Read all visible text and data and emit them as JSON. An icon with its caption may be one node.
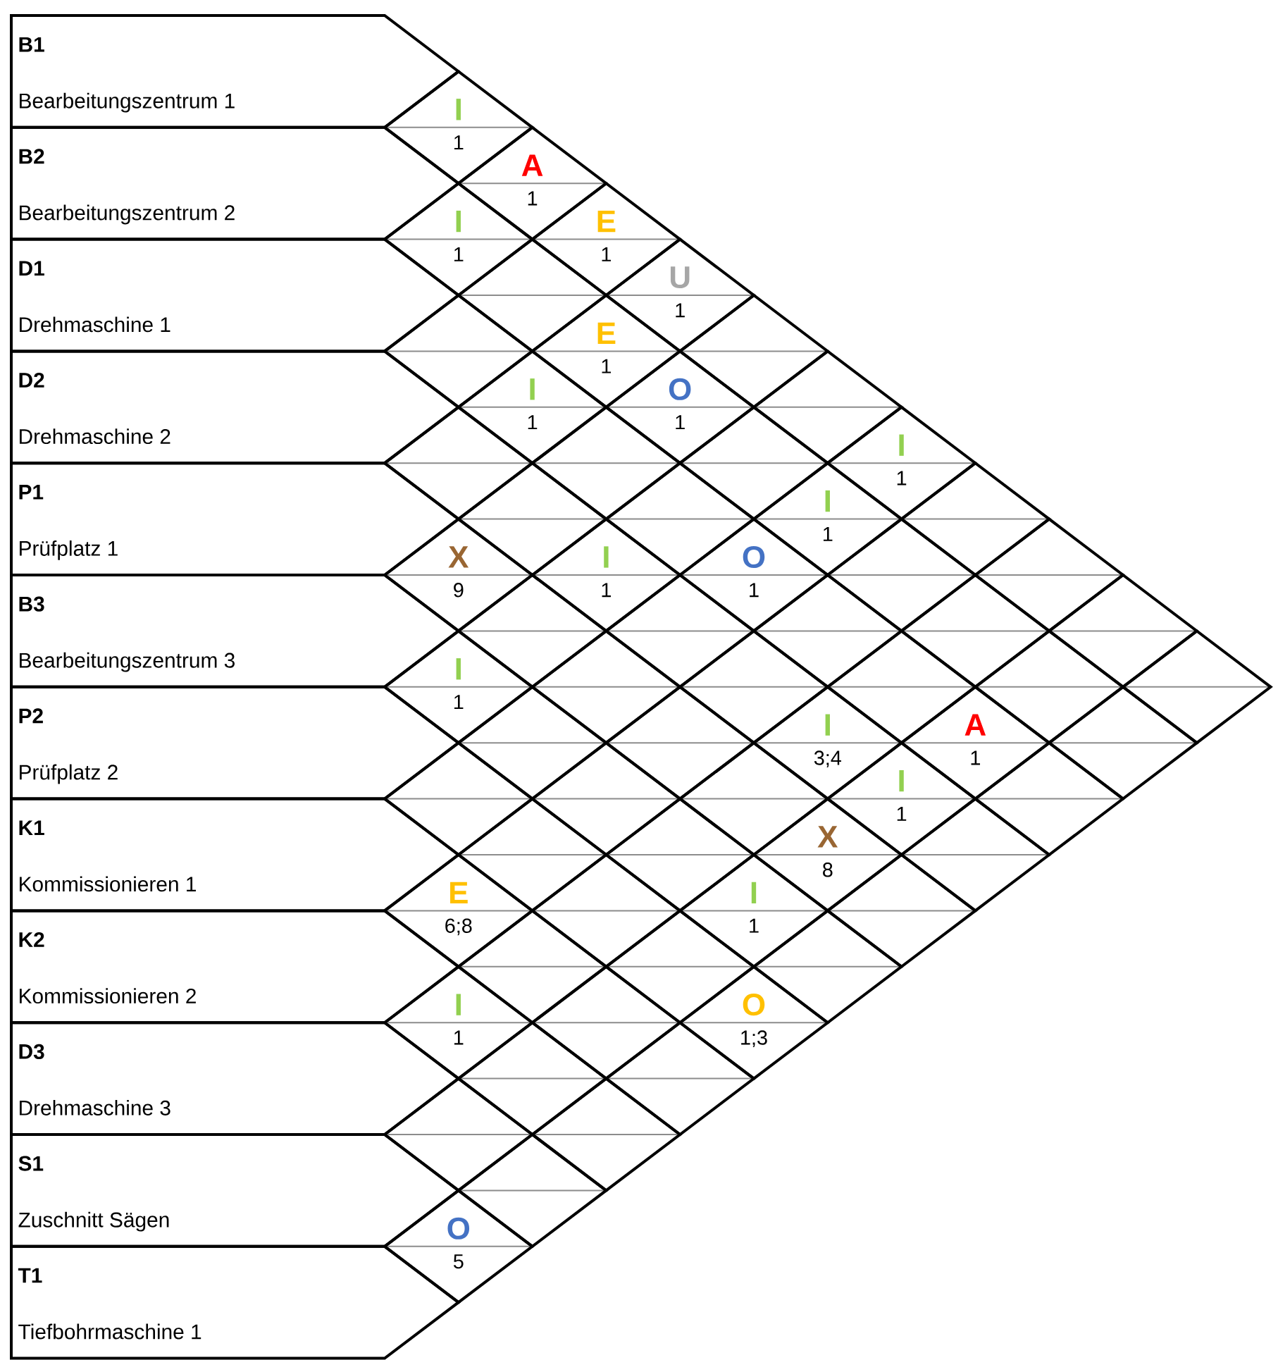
{
  "diagram": {
    "nodes": [
      {
        "text": [
          "B1",
          "Bearbeitungszentrum 1"
        ]
      },
      {
        "text": [
          "B2",
          "Bearbeitungszentrum 2"
        ]
      },
      {
        "text": [
          "D1",
          "Drehmaschine 1"
        ]
      },
      {
        "text": [
          "D2",
          "Drehmaschine 2"
        ]
      },
      {
        "text": [
          "P1",
          "Prüfplatz 1"
        ]
      },
      {
        "text": [
          "B3",
          "Bearbeitungszentrum 3"
        ]
      },
      {
        "text": [
          "P2",
          "Prüfplatz 2"
        ]
      },
      {
        "text": [
          "K1",
          "Kommissionieren 1"
        ]
      },
      {
        "text": [
          "K2",
          "Kommissionieren 2"
        ]
      },
      {
        "text": [
          "D3",
          "Drehmaschine 3"
        ]
      },
      {
        "text": [
          "S1",
          "Zuschnitt Sägen"
        ]
      },
      {
        "text": [
          "T1",
          "Tiefbohrmaschine 1"
        ]
      },
      {
        "text": [
          "I",
          "1"
        ]
      },
      {
        "text": [
          "A",
          "1"
        ]
      },
      {
        "text": [
          "I",
          "1"
        ]
      },
      {
        "text": [
          "E",
          "1"
        ]
      },
      {
        "text": [],
        "shape": "diamond"
      },
      {
        "text": [
          "U",
          "1"
        ]
      },
      {
        "text": [],
        "shape": "diamond"
      },
      {
        "text": [
          "E",
          "1"
        ]
      },
      {
        "text": [],
        "shape": "diamond"
      },
      {
        "text": [
          "I",
          "1"
        ]
      },
      {
        "text": [
          "O",
          "1"
        ]
      },
      {
        "text": [],
        "shape": "diamond"
      },
      {
        "text": [],
        "shape": "diamond"
      },
      {
        "text": [],
        "shape": "diamond"
      },
      {
        "text": [],
        "shape": "diamond"
      },
      {
        "text": [
          "I",
          "1"
        ]
      },
      {
        "text": [],
        "shape": "diamond"
      },
      {
        "text": [],
        "shape": "diamond"
      },
      {
        "text": [
          "I",
          "1"
        ]
      },
      {
        "text": [],
        "shape": "diamond"
      },
      {
        "text": [
          "X",
          "9"
        ]
      },
      {
        "text": [
          "I",
          "1"
        ]
      },
      {
        "text": [
          "O",
          "1"
        ]
      },
      {
        "text": [],
        "shape": "diamond"
      },
      {
        "text": [],
        "shape": "diamond"
      },
      {
        "text": [],
        "shape": "diamond"
      },
      {
        "text": [],
        "shape": "diamond"
      },
      {
        "text": [],
        "shape": "diamond"
      },
      {
        "text": [],
        "shape": "diamond"
      },
      {
        "text": [],
        "shape": "diamond"
      },
      {
        "text": [
          "I",
          "1"
        ]
      },
      {
        "text": [],
        "shape": "diamond"
      },
      {
        "text": [],
        "shape": "diamond"
      },
      {
        "text": [],
        "shape": "diamond"
      },
      {
        "text": [],
        "shape": "diamond"
      },
      {
        "text": [],
        "shape": "diamond"
      },
      {
        "text": [],
        "shape": "diamond"
      },
      {
        "text": [],
        "shape": "diamond"
      },
      {
        "text": [
          "I",
          "3;4"
        ]
      },
      {
        "text": [
          "A",
          "1"
        ]
      },
      {
        "text": [],
        "shape": "diamond"
      },
      {
        "text": [],
        "shape": "diamond"
      },
      {
        "text": [],
        "shape": "diamond"
      },
      {
        "text": [],
        "shape": "diamond"
      },
      {
        "text": [
          "I",
          "1"
        ]
      },
      {
        "text": [],
        "shape": "diamond"
      },
      {
        "text": [],
        "shape": "diamond"
      },
      {
        "text": [],
        "shape": "diamond"
      },
      {
        "text": [
          "X",
          "8"
        ]
      },
      {
        "text": [],
        "shape": "diamond"
      },
      {
        "text": [
          "E",
          "6;8"
        ]
      },
      {
        "text": [],
        "shape": "diamond"
      },
      {
        "text": [
          "I",
          "1"
        ]
      },
      {
        "text": [],
        "shape": "diamond"
      },
      {
        "text": [],
        "shape": "diamond"
      },
      {
        "text": [],
        "shape": "diamond"
      },
      {
        "text": [],
        "shape": "diamond"
      },
      {
        "text": [
          "I",
          "1"
        ]
      },
      {
        "text": [],
        "shape": "diamond"
      },
      {
        "text": [
          "O",
          "1;3"
        ]
      },
      {
        "text": [],
        "shape": "diamond"
      },
      {
        "text": [],
        "shape": "diamond"
      },
      {
        "text": [],
        "shape": "diamond"
      },
      {
        "text": [],
        "shape": "diamond"
      },
      {
        "text": [],
        "shape": "diamond"
      },
      {
        "text": [
          "O",
          "5"
        ]
      }
    ]
  }
}
